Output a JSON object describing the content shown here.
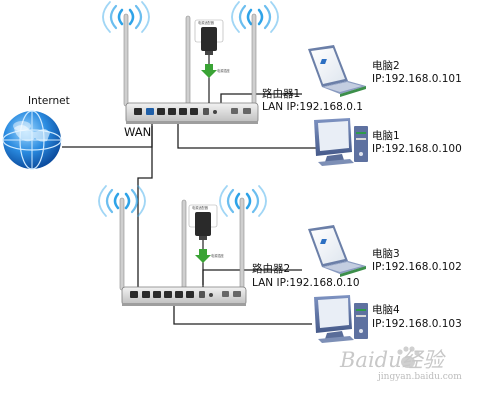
{
  "internet": {
    "label": "Internet"
  },
  "wan": {
    "label": "WAN"
  },
  "router1": {
    "name": "路由器1",
    "ip": "LAN IP:192.168.0.1"
  },
  "router2": {
    "name": "路由器2",
    "ip": "LAN IP:192.168.0.10"
  },
  "computers": [
    {
      "name": "电脑2",
      "ip": "IP:192.168.0.101"
    },
    {
      "name": "电脑1",
      "ip": "IP:192.168.0.100"
    },
    {
      "name": "电脑3",
      "ip": "IP:192.168.0.102"
    },
    {
      "name": "电脑4",
      "ip": "IP:192.168.0.103"
    }
  ],
  "adapter": {
    "top_text": "电源适配器",
    "side_text": "电源插座"
  },
  "watermark": {
    "brand": "Baidu经验",
    "url": "jingyan.baidu.com"
  },
  "colors": {
    "signal": "#2ea3e8",
    "cable": "#222222",
    "router_body": "#d9d9d9",
    "globe": "#1f7fd6",
    "power_arrow": "#3aa335",
    "monitor_frame": "#6a7fae",
    "laptop_screen": "#f4f6ee"
  },
  "icons": {
    "internet": "globe-icon",
    "router": "router-icon",
    "laptop": "laptop-icon",
    "desktop": "desktop-computer-icon",
    "wifi": "wifi-signal-icon",
    "power": "power-adapter-icon"
  }
}
